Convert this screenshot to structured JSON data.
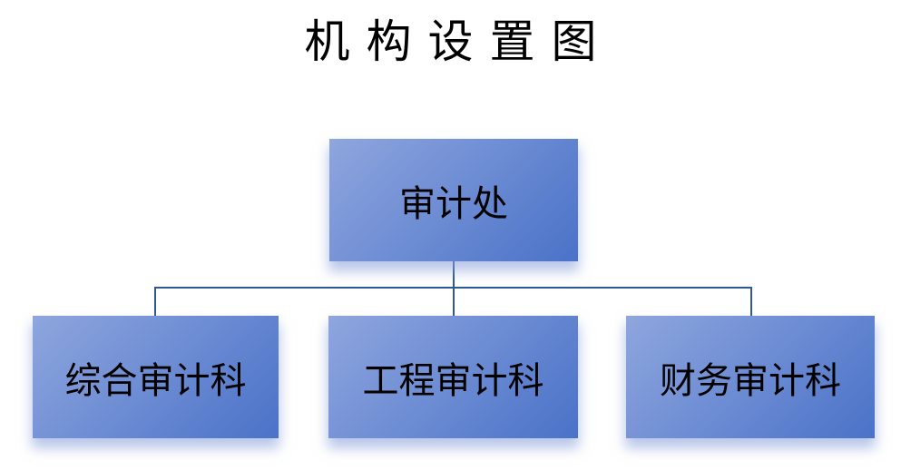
{
  "title": "机构设置图",
  "org_chart": {
    "root": {
      "label": "审计处"
    },
    "children": [
      {
        "label": "综合审计科"
      },
      {
        "label": "工程审计科"
      },
      {
        "label": "财务审计科"
      }
    ]
  },
  "colors": {
    "background": "#ffffff",
    "text": "#000000",
    "box-gradient-start": "#8FA6DE",
    "box-gradient-end": "#4A72C8",
    "connector": "#2F5897",
    "shadow": "rgba(136,160,218,0.6)"
  }
}
